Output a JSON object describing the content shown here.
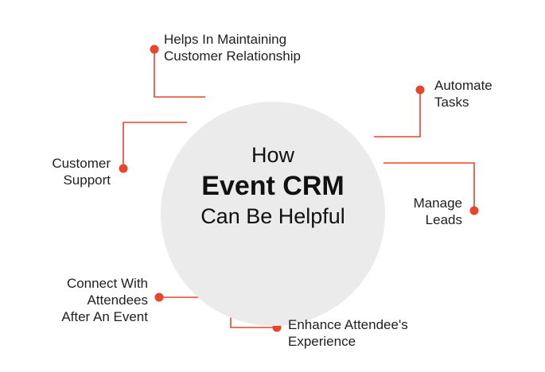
{
  "center": {
    "line1": "How",
    "line2": "Event CRM",
    "line3": "Can Be Helpful"
  },
  "benefits": [
    {
      "id": "maintain",
      "lines": [
        "Helps In Maintaining",
        "Customer Relationship"
      ]
    },
    {
      "id": "automate",
      "lines": [
        "Automate",
        "Tasks"
      ]
    },
    {
      "id": "support",
      "lines": [
        "Customer",
        "Support"
      ]
    },
    {
      "id": "leads",
      "lines": [
        "Manage",
        "Leads"
      ]
    },
    {
      "id": "connect",
      "lines": [
        "Connect With",
        "Attendees",
        "After An Event"
      ]
    },
    {
      "id": "enhance",
      "lines": [
        "Enhance Attendee's",
        "Experience"
      ]
    }
  ],
  "colors": {
    "connector": "#e8462c",
    "circle": "#ebebeb",
    "text": "#1f1f1f"
  }
}
